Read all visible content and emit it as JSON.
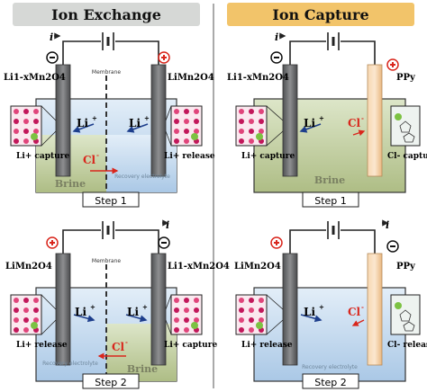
{
  "colors": {
    "ion_exchange_banner": "#d6d8d6",
    "ion_capture_banner": "#f2c46a",
    "brine": "#b8c79a",
    "recovery_electrolyte": "#a9cbe9",
    "electrode_gray": "#6d6e70",
    "ppy_electrode": "#f4c48c",
    "chloride_red": "#d9261c",
    "lithium_blue": "#1d3e8c",
    "positive_terminal": "#d9261c"
  },
  "headers": {
    "ion_exchange": "Ion Exchange",
    "ion_capture": "Ion Capture"
  },
  "labels": {
    "membrane": "Membrane",
    "brine": "Brine",
    "recovery_electrolyte": "Recovery electrolyte",
    "li_ion": "Li",
    "li_superscript": "+",
    "cl_ion": "Cl",
    "cl_superscript": "-",
    "li_capture": "Li+ capture",
    "li_release": "Li+ release",
    "cl_capture": "Cl- capture",
    "cl_release": "Cl- release",
    "current": "i",
    "positive": "+",
    "negative": "−",
    "step1": "Step 1",
    "step2": "Step 2",
    "lmo_depleted": "Li1-xMn2O4",
    "lmo": "LiMn2O4",
    "ppy": "PPy"
  },
  "icons": [
    "battery-icon",
    "positive-terminal-icon",
    "negative-terminal-icon",
    "lattice-icon",
    "polymer-icon",
    "arrow-icon"
  ]
}
